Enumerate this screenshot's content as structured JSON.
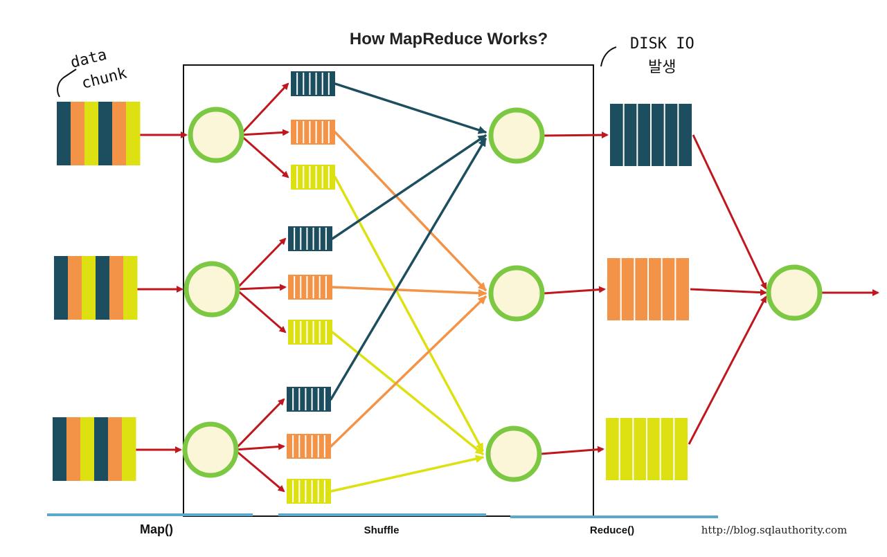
{
  "title": "How MapReduce Works?",
  "phases": {
    "map": "Map()",
    "shuffle": "Shuffle",
    "reduce": "Reduce()"
  },
  "source_url": "http://blog.sqlauthority.com",
  "annotations": {
    "data_chunk_line1": "data",
    "data_chunk_line2": "chunk",
    "disk_io_line1": "DISK IO",
    "disk_io_line2": "발생"
  },
  "colors": {
    "teal": "#1d4e5f",
    "orange": "#f39347",
    "yellow": "#dde011",
    "arrow": "#c0161d",
    "node_fill": "#fbf6d8",
    "node_ring": "#7dc843",
    "phase_bar": "#5aa9cc"
  },
  "inputs": [
    {
      "name": "input-chunk-1",
      "stripes": [
        "teal",
        "orange",
        "yellow",
        "teal",
        "orange",
        "yellow"
      ]
    },
    {
      "name": "input-chunk-2",
      "stripes": [
        "teal",
        "orange",
        "yellow",
        "teal",
        "orange",
        "yellow"
      ]
    },
    {
      "name": "input-chunk-3",
      "stripes": [
        "teal",
        "orange",
        "yellow",
        "teal",
        "orange",
        "yellow"
      ]
    }
  ],
  "mappers": 3,
  "partitions": [
    "teal",
    "orange",
    "yellow"
  ],
  "reducers": [
    {
      "color": "teal"
    },
    {
      "color": "orange"
    },
    {
      "color": "yellow"
    }
  ]
}
